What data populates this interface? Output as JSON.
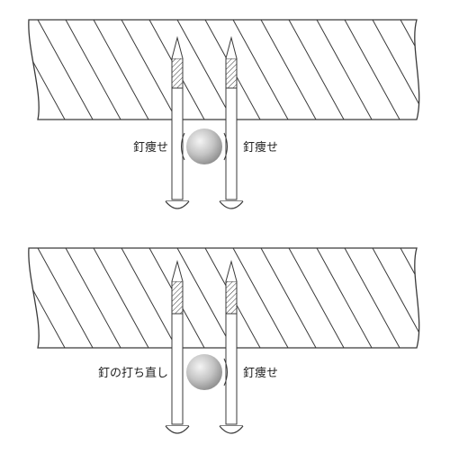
{
  "panels": [
    {
      "label_left": "釘痩せ",
      "label_right": "釘痩せ"
    },
    {
      "label_left": "釘の打ち直し",
      "label_right": "釘痩せ"
    }
  ],
  "colors": {
    "stroke": "#3a3a3a",
    "hatch": "#3a3a3a",
    "ball_light": "#f2f2f2",
    "ball_dark": "#8f8f8f",
    "background": "#ffffff"
  }
}
